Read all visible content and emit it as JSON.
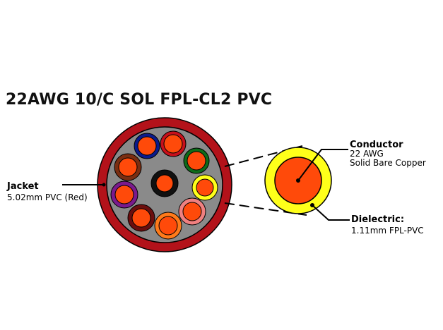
{
  "title": "22AWG 10/C SOL FPL-CL2 PVC",
  "jacket": {
    "title": "Jacket",
    "spec": "5.02mm PVC (Red)"
  },
  "conductor": {
    "title": "Conductor",
    "gauge": "22 AWG",
    "material": "Solid Bare Copper"
  },
  "dielectric": {
    "title": "Dielectric:",
    "spec": "1.11mm  FPL-PVC"
  },
  "colors": {
    "jacket": "#b3121a",
    "filler": "#8a8a8a",
    "copper": "#ff4a0a",
    "dielectric_cross_section": "#ffff1a"
  },
  "insulation_colors": [
    "navy",
    "red",
    "green",
    "yellow",
    "pink",
    "orange",
    "maroon",
    "purple",
    "brown",
    "black"
  ]
}
